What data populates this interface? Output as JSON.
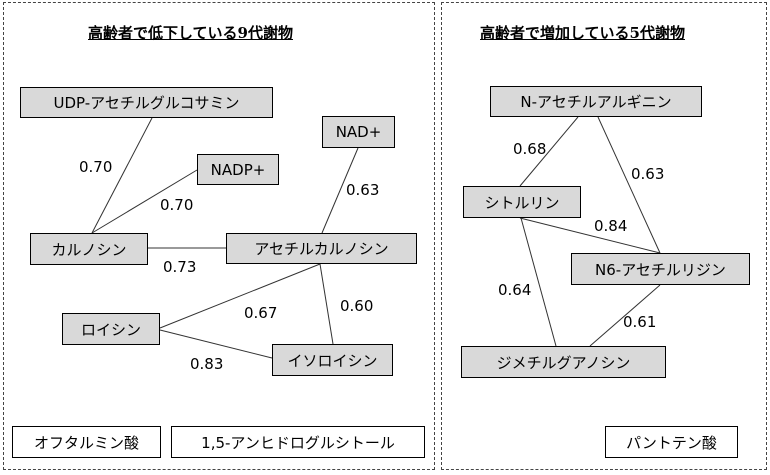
{
  "left_panel": {
    "title": "高齢者で低下している9代謝物",
    "nodes": {
      "udp": "UDP-アセチルグルコサミン",
      "nadp": "NADP+",
      "nad": "NAD+",
      "carnosine": "カルノシン",
      "acetylcarnosine": "アセチルカルノシン",
      "leucine": "ロイシン",
      "isoleucine": "イソロイシン"
    },
    "weights": {
      "udp_carnosine": "0.70",
      "nadp_carnosine": "0.70",
      "nad_acetylcarnosine": "0.63",
      "carnosine_acetylcarnosine": "0.73",
      "leucine_acetylcarnosine": "0.67",
      "acetylcarnosine_isoleucine": "0.60",
      "leucine_isoleucine": "0.83"
    },
    "unlinked": [
      "オフタルミン酸",
      "1,5-アンヒドログルシトール"
    ]
  },
  "right_panel": {
    "title": "高齢者で増加している5代謝物",
    "nodes": {
      "acetylarginine": "N-アセチルアルギニン",
      "citrulline": "シトルリン",
      "acetyllysine": "N6-アセチルリジン",
      "dimethylguanosine": "ジメチルグアノシン"
    },
    "weights": {
      "acetylarginine_citrulline": "0.68",
      "acetylarginine_acetyllysine": "0.63",
      "citrulline_acetyllysine": "0.84",
      "citrulline_dimethylguanosine": "0.64",
      "acetyllysine_dimethylguanosine": "0.61"
    },
    "unlinked": [
      "パントテン酸"
    ]
  }
}
